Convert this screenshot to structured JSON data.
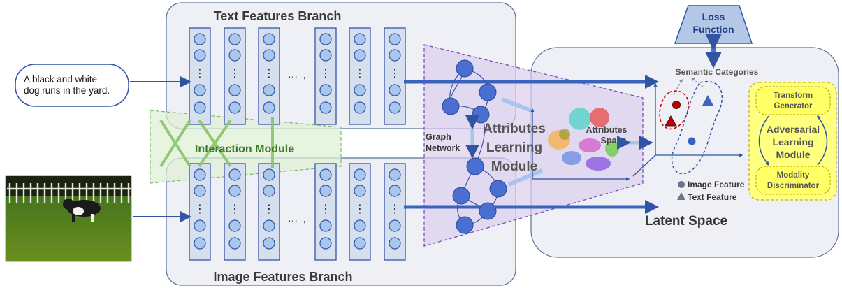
{
  "input_text": {
    "line1": "A black and white",
    "line2": "dog runs in the yard."
  },
  "input_image": {
    "icon": "dog-photo"
  },
  "text_branch": {
    "title": "Text Features Branch"
  },
  "image_branch": {
    "title": "Image Features Branch"
  },
  "interaction": {
    "title": "Interaction Module"
  },
  "graph": {
    "label_line1": "Graph",
    "label_line2": "Network"
  },
  "attributes_module": {
    "line1": "Attributes",
    "line2": "Learning",
    "line3": "Module"
  },
  "attributes_space": {
    "line1": "Attributes",
    "line2": "Space"
  },
  "loss": {
    "line1": "Loss",
    "line2": "Function"
  },
  "latent": {
    "title": "Latent Space",
    "semantic_label": "Semantic Categories",
    "legend_image": "Image Feature",
    "legend_text": "Text Feature"
  },
  "adversarial": {
    "generator_line1": "Transform",
    "generator_line2": "Generator",
    "module_line1": "Adversarial",
    "module_line2": "Learning",
    "module_line3": "Module",
    "discriminator_line1": "Modality",
    "discriminator_line2": "Discriminator"
  },
  "layer_dots": "⋮",
  "ellipsis_arrow": "···→",
  "colors": {
    "panel_fill": "#eef0f6",
    "panel_stroke": "#5a6f9a",
    "layer_fill": "#d5dfee",
    "neuron_fill": "#a9c6ec",
    "arrow_blue": "#2f55a4",
    "graph_node": "#4a6fd0",
    "attributes_fill": "#dccfee",
    "attributes_stroke": "#7c4fb8",
    "interaction_fill": "#dff0d6",
    "interaction_stroke": "#7fb86a",
    "loss_fill": "#b4c7e7",
    "adversarial_fill": "#ffff80",
    "adversarial_stroke": "#c8b400",
    "category_red": "#c00000",
    "category_blue": "#2f55a4"
  }
}
